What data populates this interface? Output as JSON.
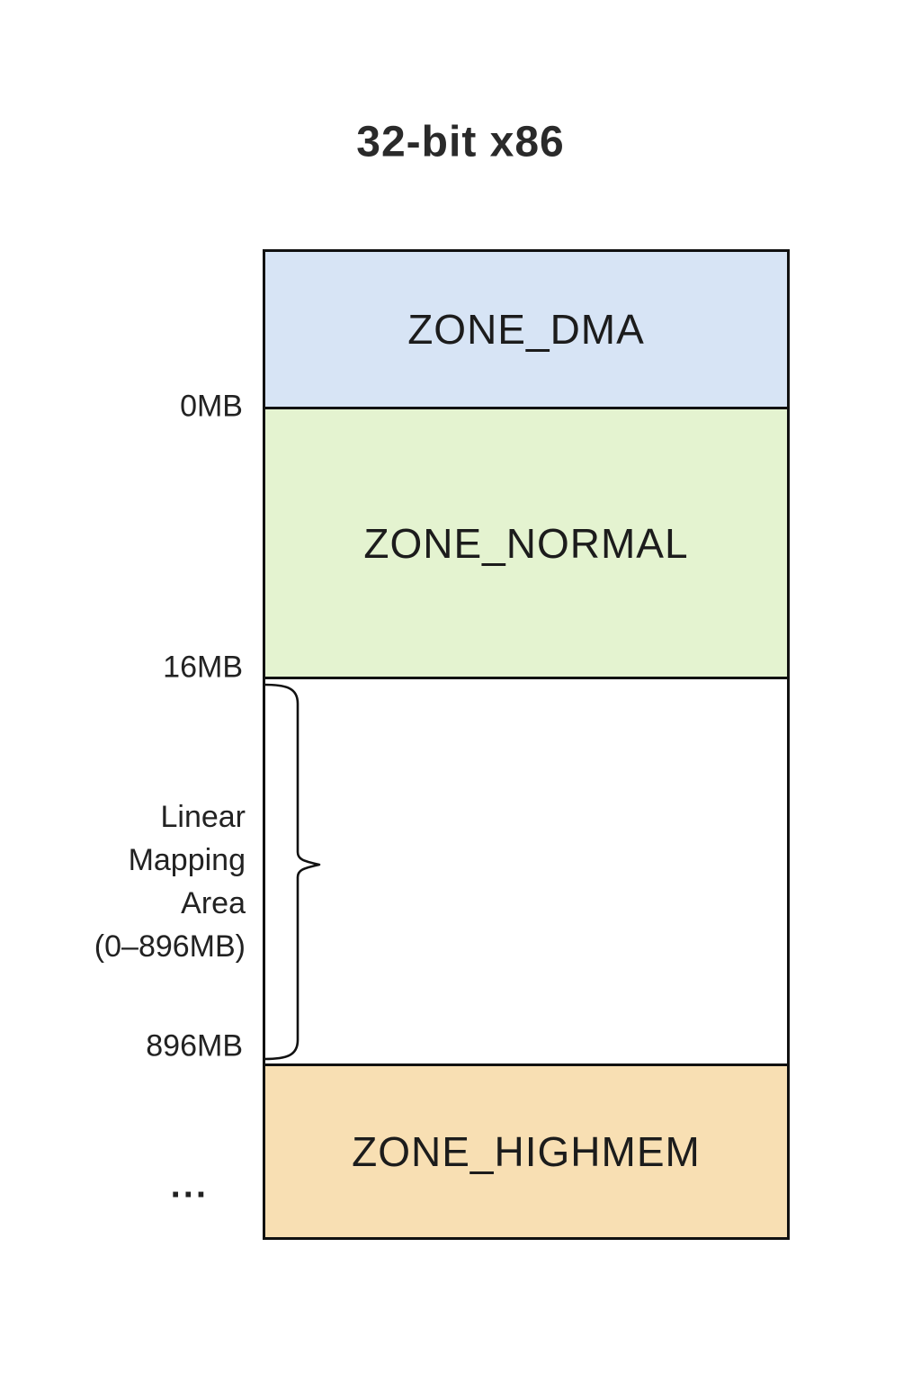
{
  "title": "32-bit x86",
  "diagram": {
    "zones": [
      {
        "label": "ZONE_DMA",
        "fill": "#d7e4f5"
      },
      {
        "label": "ZONE_NORMAL",
        "fill": "#e4f3d0"
      },
      {
        "label": "",
        "fill": "#ffffff"
      },
      {
        "label": "ZONE_HIGHMEM",
        "fill": "#f8dfb3"
      }
    ],
    "boundary_labels": [
      {
        "text": "0MB"
      },
      {
        "text": "16MB"
      },
      {
        "text": "896MB"
      }
    ],
    "linear_mapping_label": {
      "line1": "Linear",
      "line2": "Mapping",
      "line3": "Area",
      "line4": "(0–896MB)"
    },
    "ellipsis": "...",
    "colors": {
      "border": "#111111",
      "zone_dma_fill": "#d7e4f5",
      "zone_normal_fill": "#e4f3d0",
      "zone_highmem_fill": "#f8dfb3",
      "text": "#222222"
    }
  }
}
